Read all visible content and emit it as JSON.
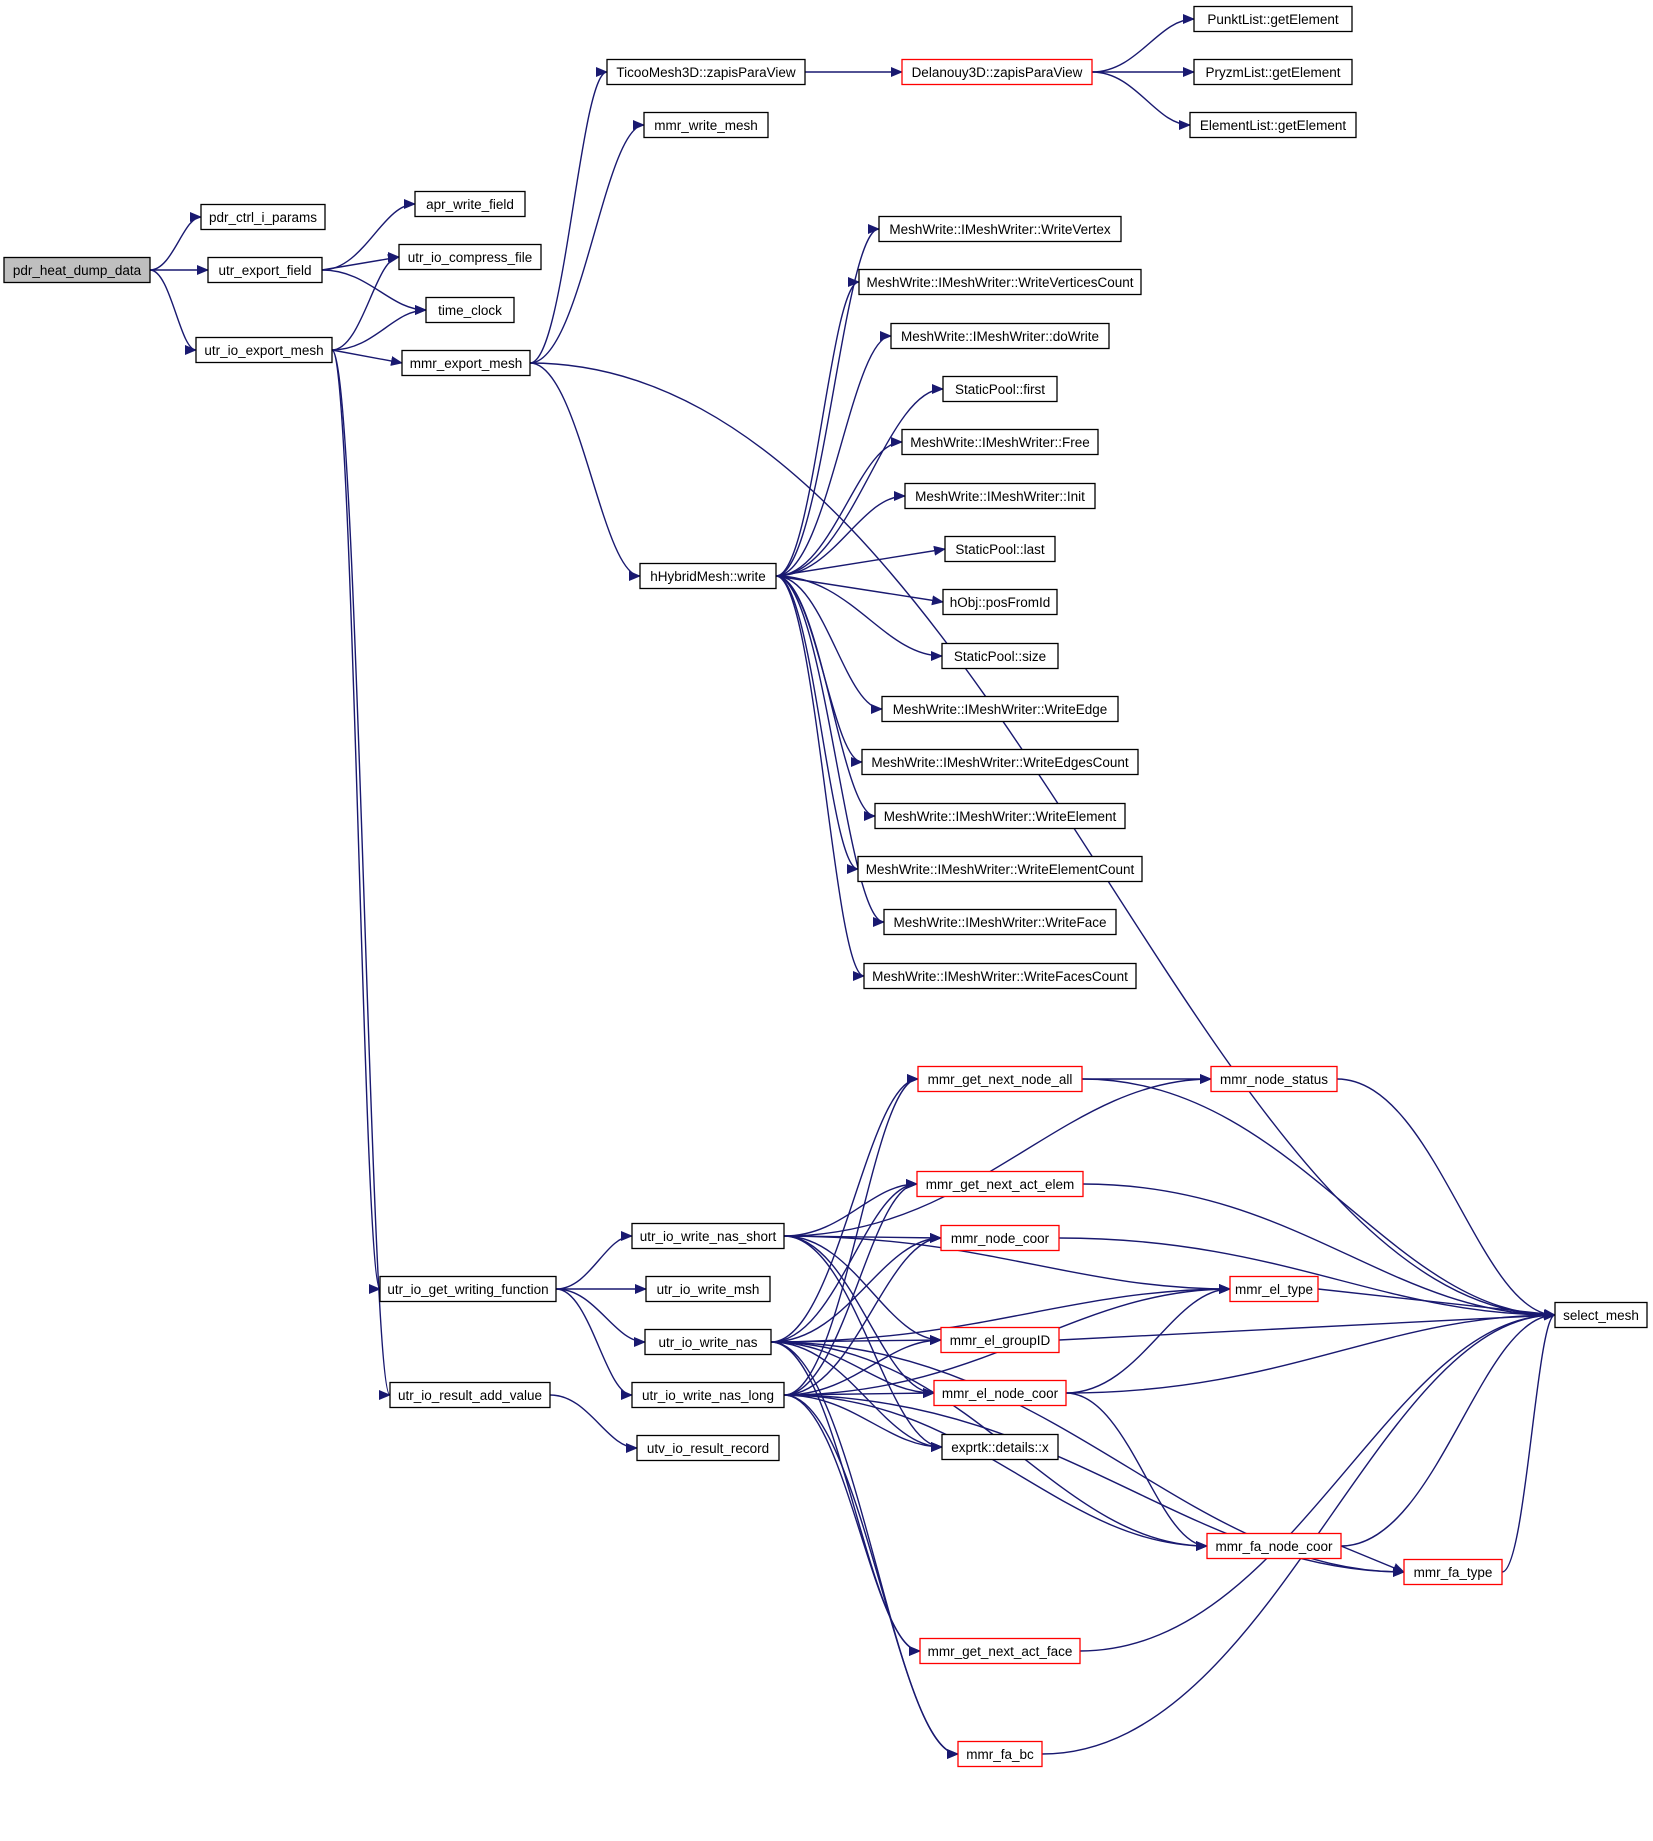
{
  "colors": {
    "edge": "#191970",
    "border": "#000000",
    "border_truncated": "#ff0000",
    "root_fill": "#bfbfbf",
    "node_fill": "#ffffff"
  },
  "nodes": [
    {
      "id": "pdr_heat_dump_data",
      "label": "pdr_heat_dump_data",
      "style": "root"
    },
    {
      "id": "pdr_ctrl_i_params",
      "label": "pdr_ctrl_i_params",
      "style": "normal"
    },
    {
      "id": "utr_export_field",
      "label": "utr_export_field",
      "style": "normal"
    },
    {
      "id": "utr_io_export_mesh",
      "label": "utr_io_export_mesh",
      "style": "normal"
    },
    {
      "id": "apr_write_field",
      "label": "apr_write_field",
      "style": "normal"
    },
    {
      "id": "utr_io_compress_file",
      "label": "utr_io_compress_file",
      "style": "normal"
    },
    {
      "id": "time_clock",
      "label": "time_clock",
      "style": "normal"
    },
    {
      "id": "mmr_export_mesh",
      "label": "mmr_export_mesh",
      "style": "normal"
    },
    {
      "id": "TicooMesh3D",
      "label": "TicooMesh3D::zapisParaView",
      "style": "normal"
    },
    {
      "id": "mmr_write_mesh",
      "label": "mmr_write_mesh",
      "style": "normal"
    },
    {
      "id": "Delanouy3D",
      "label": "Delanouy3D::zapisParaView",
      "style": "truncated"
    },
    {
      "id": "PunktList",
      "label": "PunktList::getElement",
      "style": "normal"
    },
    {
      "id": "PryzmList",
      "label": "PryzmList::getElement",
      "style": "normal"
    },
    {
      "id": "ElementList",
      "label": "ElementList::getElement",
      "style": "normal"
    },
    {
      "id": "hHybridMesh_write",
      "label": "hHybridMesh::write",
      "style": "normal"
    },
    {
      "id": "WriteVertex",
      "label": "MeshWrite::IMeshWriter::WriteVertex",
      "style": "normal"
    },
    {
      "id": "WriteVerticesCount",
      "label": "MeshWrite::IMeshWriter::WriteVerticesCount",
      "style": "normal"
    },
    {
      "id": "doWrite",
      "label": "MeshWrite::IMeshWriter::doWrite",
      "style": "normal"
    },
    {
      "id": "StaticPool_first",
      "label": "StaticPool::first",
      "style": "normal"
    },
    {
      "id": "Free",
      "label": "MeshWrite::IMeshWriter::Free",
      "style": "normal"
    },
    {
      "id": "Init",
      "label": "MeshWrite::IMeshWriter::Init",
      "style": "normal"
    },
    {
      "id": "StaticPool_last",
      "label": "StaticPool::last",
      "style": "normal"
    },
    {
      "id": "posFromId",
      "label": "hObj::posFromId",
      "style": "normal"
    },
    {
      "id": "StaticPool_size",
      "label": "StaticPool::size",
      "style": "normal"
    },
    {
      "id": "WriteEdge",
      "label": "MeshWrite::IMeshWriter::WriteEdge",
      "style": "normal"
    },
    {
      "id": "WriteEdgesCount",
      "label": "MeshWrite::IMeshWriter::WriteEdgesCount",
      "style": "normal"
    },
    {
      "id": "WriteElement",
      "label": "MeshWrite::IMeshWriter::WriteElement",
      "style": "normal"
    },
    {
      "id": "WriteElementCount",
      "label": "MeshWrite::IMeshWriter::WriteElementCount",
      "style": "normal"
    },
    {
      "id": "WriteFace",
      "label": "MeshWrite::IMeshWriter::WriteFace",
      "style": "normal"
    },
    {
      "id": "WriteFacesCount",
      "label": "MeshWrite::IMeshWriter::WriteFacesCount",
      "style": "normal"
    },
    {
      "id": "select_mesh",
      "label": "select_mesh",
      "style": "normal"
    },
    {
      "id": "utr_io_get_writing_function",
      "label": "utr_io_get_writing_function",
      "style": "normal"
    },
    {
      "id": "utr_io_result_add_value",
      "label": "utr_io_result_add_value",
      "style": "normal"
    },
    {
      "id": "utv_io_result_record",
      "label": "utv_io_result_record",
      "style": "normal"
    },
    {
      "id": "utr_io_write_nas_short",
      "label": "utr_io_write_nas_short",
      "style": "normal"
    },
    {
      "id": "utr_io_write_msh",
      "label": "utr_io_write_msh",
      "style": "normal"
    },
    {
      "id": "utr_io_write_nas",
      "label": "utr_io_write_nas",
      "style": "normal"
    },
    {
      "id": "utr_io_write_nas_long",
      "label": "utr_io_write_nas_long",
      "style": "normal"
    },
    {
      "id": "mmr_get_next_node_all",
      "label": "mmr_get_next_node_all",
      "style": "truncated"
    },
    {
      "id": "mmr_node_status",
      "label": "mmr_node_status",
      "style": "truncated"
    },
    {
      "id": "mmr_get_next_act_elem",
      "label": "mmr_get_next_act_elem",
      "style": "truncated"
    },
    {
      "id": "mmr_node_coor",
      "label": "mmr_node_coor",
      "style": "truncated"
    },
    {
      "id": "mmr_el_type",
      "label": "mmr_el_type",
      "style": "truncated"
    },
    {
      "id": "mmr_el_groupID",
      "label": "mmr_el_groupID",
      "style": "truncated"
    },
    {
      "id": "mmr_el_node_coor",
      "label": "mmr_el_node_coor",
      "style": "truncated"
    },
    {
      "id": "exprtk_x",
      "label": "exprtk::details::x",
      "style": "normal"
    },
    {
      "id": "mmr_fa_node_coor",
      "label": "mmr_fa_node_coor",
      "style": "truncated"
    },
    {
      "id": "mmr_fa_type",
      "label": "mmr_fa_type",
      "style": "truncated"
    },
    {
      "id": "mmr_get_next_act_face",
      "label": "mmr_get_next_act_face",
      "style": "truncated"
    },
    {
      "id": "mmr_fa_bc",
      "label": "mmr_fa_bc",
      "style": "truncated"
    }
  ],
  "edges": [
    [
      "pdr_heat_dump_data",
      "pdr_ctrl_i_params"
    ],
    [
      "pdr_heat_dump_data",
      "utr_export_field"
    ],
    [
      "pdr_heat_dump_data",
      "utr_io_export_mesh"
    ],
    [
      "utr_export_field",
      "apr_write_field"
    ],
    [
      "utr_export_field",
      "utr_io_compress_file"
    ],
    [
      "utr_export_field",
      "time_clock"
    ],
    [
      "utr_io_export_mesh",
      "utr_io_compress_file"
    ],
    [
      "utr_io_export_mesh",
      "time_clock"
    ],
    [
      "utr_io_export_mesh",
      "mmr_export_mesh"
    ],
    [
      "utr_io_export_mesh",
      "utr_io_get_writing_function"
    ],
    [
      "utr_io_export_mesh",
      "utr_io_result_add_value"
    ],
    [
      "mmr_export_mesh",
      "TicooMesh3D"
    ],
    [
      "mmr_export_mesh",
      "mmr_write_mesh"
    ],
    [
      "mmr_export_mesh",
      "select_mesh"
    ],
    [
      "mmr_export_mesh",
      "hHybridMesh_write"
    ],
    [
      "TicooMesh3D",
      "Delanouy3D"
    ],
    [
      "Delanouy3D",
      "PunktList"
    ],
    [
      "Delanouy3D",
      "PryzmList"
    ],
    [
      "Delanouy3D",
      "ElementList"
    ],
    [
      "hHybridMesh_write",
      "WriteVertex"
    ],
    [
      "hHybridMesh_write",
      "WriteVerticesCount"
    ],
    [
      "hHybridMesh_write",
      "doWrite"
    ],
    [
      "hHybridMesh_write",
      "StaticPool_first"
    ],
    [
      "hHybridMesh_write",
      "Free"
    ],
    [
      "hHybridMesh_write",
      "Init"
    ],
    [
      "hHybridMesh_write",
      "StaticPool_last"
    ],
    [
      "hHybridMesh_write",
      "posFromId"
    ],
    [
      "hHybridMesh_write",
      "StaticPool_size"
    ],
    [
      "hHybridMesh_write",
      "WriteEdge"
    ],
    [
      "hHybridMesh_write",
      "WriteEdgesCount"
    ],
    [
      "hHybridMesh_write",
      "WriteElement"
    ],
    [
      "hHybridMesh_write",
      "WriteElementCount"
    ],
    [
      "hHybridMesh_write",
      "WriteFace"
    ],
    [
      "hHybridMesh_write",
      "WriteFacesCount"
    ],
    [
      "utr_io_get_writing_function",
      "utr_io_write_nas_short"
    ],
    [
      "utr_io_get_writing_function",
      "utr_io_write_msh"
    ],
    [
      "utr_io_get_writing_function",
      "utr_io_write_nas"
    ],
    [
      "utr_io_get_writing_function",
      "utr_io_write_nas_long"
    ],
    [
      "utr_io_result_add_value",
      "utv_io_result_record"
    ],
    [
      "utr_io_write_nas_short",
      "mmr_node_status"
    ],
    [
      "utr_io_write_nas_short",
      "mmr_el_type"
    ],
    [
      "utr_io_write_nas_short",
      "mmr_get_next_act_elem"
    ],
    [
      "utr_io_write_nas_short",
      "mmr_node_coor"
    ],
    [
      "utr_io_write_nas_short",
      "mmr_el_groupID"
    ],
    [
      "utr_io_write_nas_short",
      "mmr_el_node_coor"
    ],
    [
      "utr_io_write_nas_short",
      "exprtk_x"
    ],
    [
      "utr_io_write_nas",
      "mmr_get_next_node_all"
    ],
    [
      "utr_io_write_nas",
      "mmr_get_next_act_elem"
    ],
    [
      "utr_io_write_nas",
      "mmr_node_coor"
    ],
    [
      "utr_io_write_nas",
      "mmr_el_type"
    ],
    [
      "utr_io_write_nas",
      "mmr_el_groupID"
    ],
    [
      "utr_io_write_nas",
      "mmr_el_node_coor"
    ],
    [
      "utr_io_write_nas",
      "exprtk_x"
    ],
    [
      "utr_io_write_nas",
      "mmr_fa_node_coor"
    ],
    [
      "utr_io_write_nas",
      "mmr_fa_type"
    ],
    [
      "utr_io_write_nas",
      "mmr_get_next_act_face"
    ],
    [
      "utr_io_write_nas",
      "mmr_fa_bc"
    ],
    [
      "utr_io_write_nas_long",
      "mmr_get_next_node_all"
    ],
    [
      "utr_io_write_nas_long",
      "mmr_get_next_act_elem"
    ],
    [
      "utr_io_write_nas_long",
      "mmr_node_coor"
    ],
    [
      "utr_io_write_nas_long",
      "mmr_el_groupID"
    ],
    [
      "utr_io_write_nas_long",
      "mmr_el_node_coor"
    ],
    [
      "utr_io_write_nas_long",
      "exprtk_x"
    ],
    [
      "utr_io_write_nas_long",
      "mmr_el_type"
    ],
    [
      "utr_io_write_nas_long",
      "mmr_fa_node_coor"
    ],
    [
      "utr_io_write_nas_long",
      "mmr_fa_type"
    ],
    [
      "utr_io_write_nas_long",
      "mmr_get_next_act_face"
    ],
    [
      "utr_io_write_nas_long",
      "mmr_fa_bc"
    ],
    [
      "mmr_get_next_node_all",
      "mmr_node_status"
    ],
    [
      "mmr_get_next_node_all",
      "select_mesh"
    ],
    [
      "mmr_node_status",
      "select_mesh"
    ],
    [
      "mmr_get_next_act_elem",
      "select_mesh"
    ],
    [
      "mmr_node_coor",
      "select_mesh"
    ],
    [
      "mmr_el_type",
      "select_mesh"
    ],
    [
      "mmr_el_groupID",
      "select_mesh"
    ],
    [
      "mmr_el_node_coor",
      "mmr_el_type"
    ],
    [
      "mmr_el_node_coor",
      "select_mesh"
    ],
    [
      "mmr_el_node_coor",
      "mmr_fa_node_coor"
    ],
    [
      "mmr_fa_node_coor",
      "select_mesh"
    ],
    [
      "mmr_fa_node_coor",
      "mmr_fa_type"
    ],
    [
      "mmr_fa_type",
      "select_mesh"
    ],
    [
      "mmr_get_next_act_face",
      "select_mesh"
    ],
    [
      "mmr_fa_bc",
      "select_mesh"
    ]
  ]
}
